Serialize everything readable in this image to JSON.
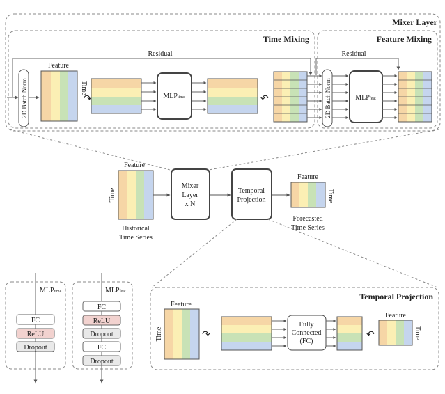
{
  "mixer_layer": {
    "title": "Mixer Layer",
    "residual": "Residual",
    "time_mixing": {
      "title": "Time Mixing",
      "batch_norm": "2D Batch Norm",
      "feature": "Feature",
      "time": "Time",
      "mlp": "MLP",
      "mlp_sub": "time"
    },
    "feature_mixing": {
      "title": "Feature Mixing",
      "batch_norm": "2D Batch Norm",
      "mlp": "MLP",
      "mlp_sub": "feat"
    }
  },
  "pipeline": {
    "input_feature": "Feature",
    "input_time": "Time",
    "input_caption_1": "Historical",
    "input_caption_2": "Time Series",
    "mixer_1": "Mixer",
    "mixer_2": "Layer",
    "mixer_3": "x N",
    "proj_1": "Temporal",
    "proj_2": "Projection",
    "output_feature": "Feature",
    "output_time": "Time",
    "output_caption_1": "Forecasted",
    "output_caption_2": "Time Series"
  },
  "mlp_time": {
    "title": "MLP",
    "title_sub": "time",
    "layers": [
      "FC",
      "ReLU",
      "Dropout"
    ]
  },
  "mlp_feat": {
    "title": "MLP",
    "title_sub": "feat",
    "layers": [
      "FC",
      "ReLU",
      "Dropout",
      "FC",
      "Dropout"
    ]
  },
  "temporal_projection": {
    "title": "Temporal Projection",
    "feature": "Feature",
    "time": "Time",
    "fc_1": "Fully",
    "fc_2": "Connected",
    "fc_3": "(FC)",
    "out_feature": "Feature",
    "out_time": "Time"
  },
  "colors": {
    "orange": "#f6d6a6",
    "yellow": "#fbefb4",
    "green": "#c8e2b6",
    "blue": "#c5d5ee",
    "relu": "#f2d2cf",
    "dropout": "#e9e9e9"
  }
}
